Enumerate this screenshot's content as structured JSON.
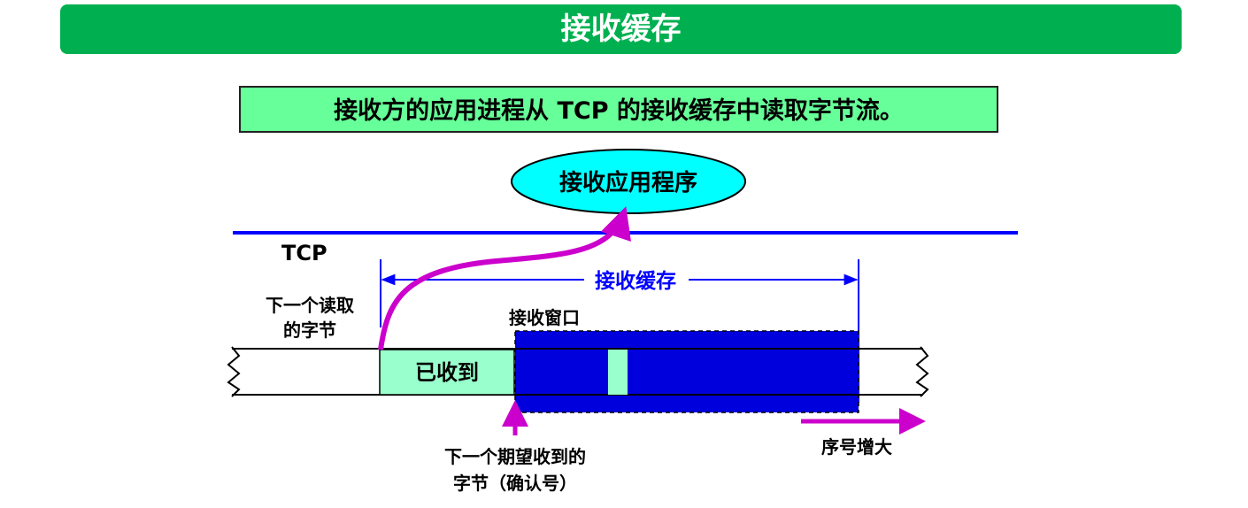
{
  "header": {
    "title": "接收缓存"
  },
  "subtitle": "接收方的应用进程从 TCP 的接收缓存中读取字节流。",
  "diagram": {
    "app_label": "接收应用程序",
    "tcp_label": "TCP",
    "buffer_label": "接收缓存",
    "window_label": "接收窗口",
    "next_read_line1": "下一个读取",
    "next_read_line2": "的字节",
    "received_label": "已收到",
    "next_expected_line1": "下一个期望收到的",
    "next_expected_line2": "字节（确认号）",
    "seq_increase_label": "序号增大",
    "colors": {
      "banner": "#00b050",
      "subtitle_bg": "#66ff99",
      "app_ellipse": "#00ffff",
      "tcp_line": "#0000ff",
      "window_fill": "#0000dd",
      "received_fill": "#99ffcc",
      "arrow": "#cc00cc",
      "buffer_text": "#0000ff"
    }
  }
}
